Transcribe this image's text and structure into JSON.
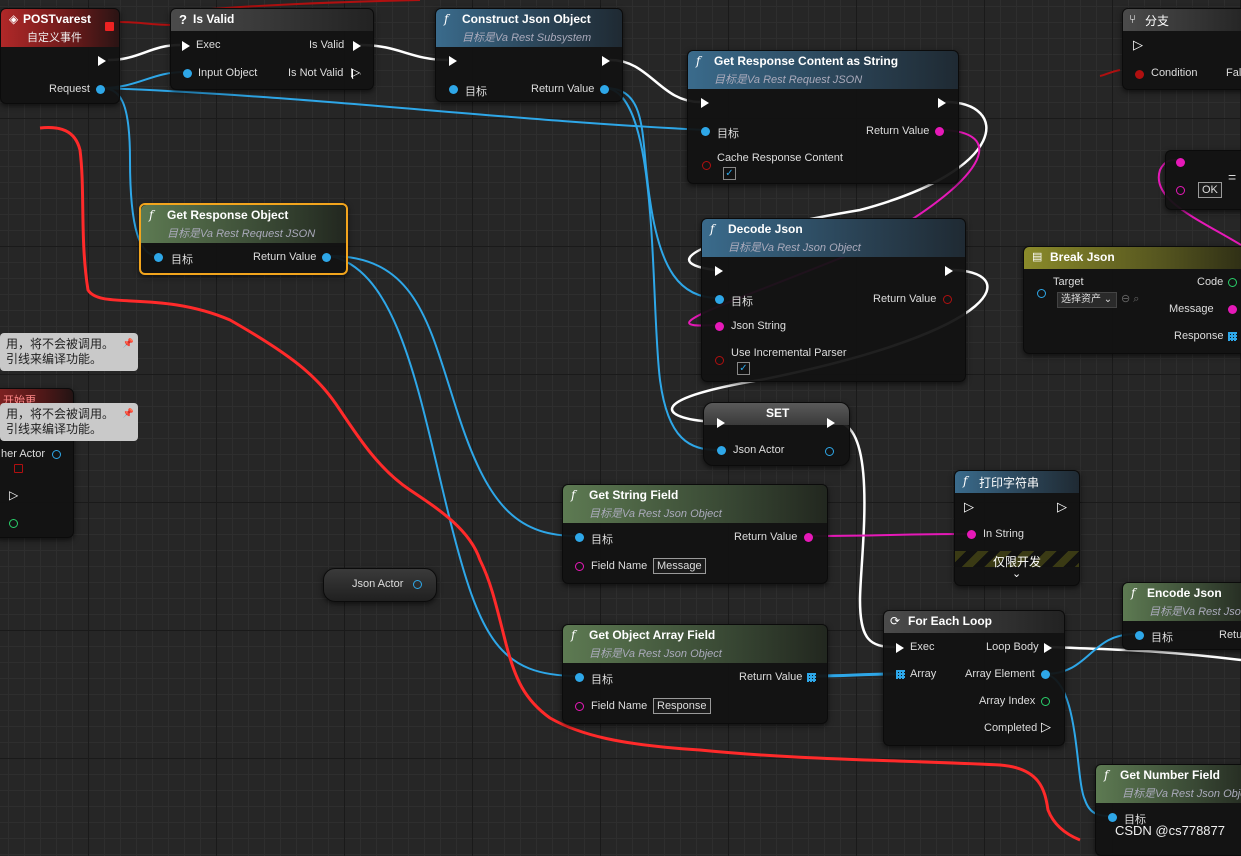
{
  "nodes": {
    "postvarest": {
      "title": "POSTvarest",
      "subtitle": "自定义事件",
      "request": "Request"
    },
    "is_valid": {
      "title": "Is Valid",
      "exec": "Exec",
      "input_object": "Input Object",
      "is_valid_out": "Is Valid",
      "is_not_valid": "Is Not Valid"
    },
    "construct_json": {
      "title": "Construct Json Object",
      "subtitle": "目标是Va Rest Subsystem",
      "target": "目标",
      "return_value": "Return Value"
    },
    "get_response_content": {
      "title": "Get Response Content as String",
      "subtitle": "目标是Va Rest Request JSON",
      "target": "目标",
      "return_value": "Return Value",
      "cache": "Cache Response Content"
    },
    "get_response_object": {
      "title": "Get Response Object",
      "subtitle": "目标是Va Rest Request JSON",
      "target": "目标",
      "return_value": "Return Value"
    },
    "decode_json": {
      "title": "Decode Json",
      "subtitle": "目标是Va Rest Json Object",
      "target": "目标",
      "return_value": "Return Value",
      "json_string": "Json String",
      "incremental": "Use Incremental Parser"
    },
    "branch": {
      "title": "分支",
      "condition": "Condition",
      "false_out": "Fal"
    },
    "break_json": {
      "title": "Break Json",
      "target": "Target",
      "select_asset": "选择资产",
      "code": "Code",
      "message": "Message",
      "response": "Response"
    },
    "set": {
      "title": "SET",
      "json_actor": "Json Actor"
    },
    "get_string_field": {
      "title": "Get String Field",
      "subtitle": "目标是Va Rest Json Object",
      "target": "目标",
      "return_value": "Return Value",
      "field_name": "Field Name",
      "field_value": "Message"
    },
    "print_string": {
      "title": "打印字符串",
      "in_string": "In String",
      "dev_only": "仅限开发"
    },
    "json_actor_var": {
      "label": "Json Actor"
    },
    "get_object_array": {
      "title": "Get Object Array Field",
      "subtitle": "目标是Va Rest Json Object",
      "target": "目标",
      "return_value": "Return Value",
      "field_name": "Field Name",
      "field_value": "Response"
    },
    "for_each": {
      "title": "For Each Loop",
      "exec": "Exec",
      "loop_body": "Loop Body",
      "array": "Array",
      "array_element": "Array Element",
      "array_index": "Array Index",
      "completed": "Completed"
    },
    "encode_json": {
      "title": "Encode Json",
      "subtitle": "目标是Va Rest Json O",
      "target": "目标",
      "return_partial": "Retu"
    },
    "get_number_field": {
      "title": "Get Number Field",
      "subtitle": "目标是Va Rest Json Obje",
      "target": "目标"
    },
    "ok_node": {
      "ok": "OK"
    }
  },
  "comments": {
    "c1_line1": "用，将不会被调用。",
    "c1_line2": "引线来编译功能。",
    "c2_top": "开始更",
    "c2_line1": "用，将不会被调用。",
    "c2_line2": "引线来编译功能。",
    "c2_bottom": "her Actor"
  },
  "watermark": "CSDN @cs778877",
  "colors": {
    "object_pin": "#2ea7e8",
    "string_pin": "#e619b8",
    "bool_pin": "#b01010",
    "int_pin": "#29d06a",
    "selection": "#f2a51d",
    "annotation": "#ff2a2a"
  }
}
